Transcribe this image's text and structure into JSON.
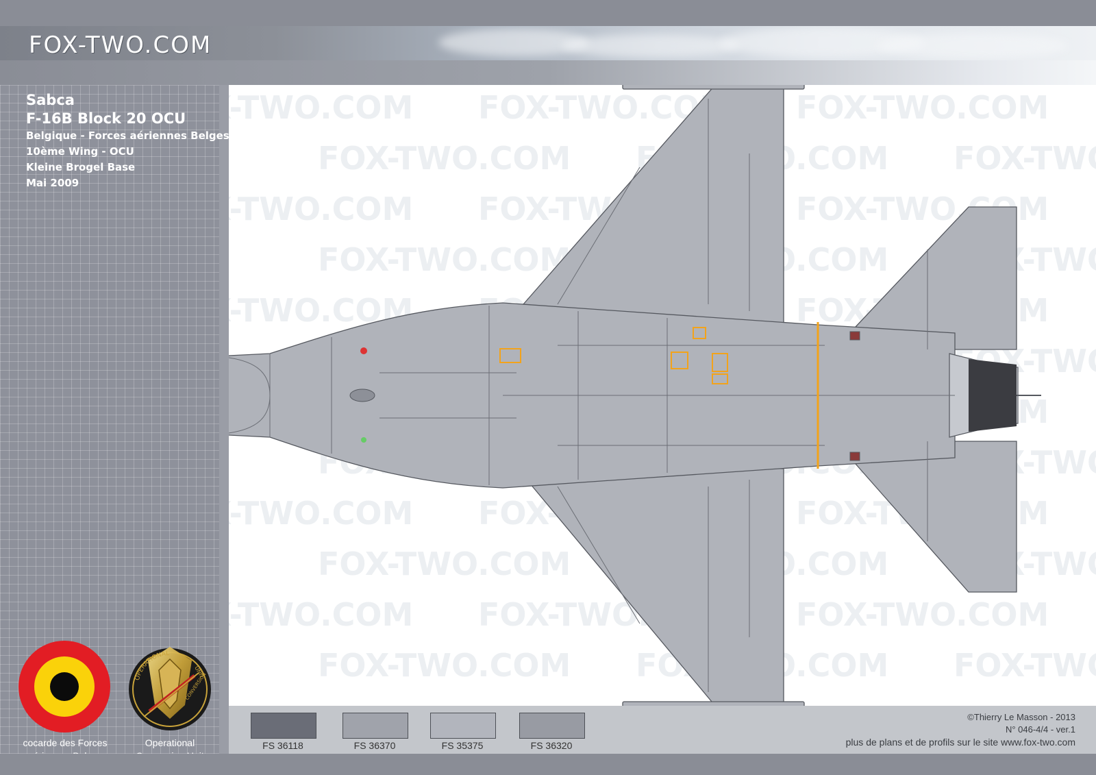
{
  "header": {
    "logo": "FOX-TWO.COM"
  },
  "info": {
    "manufacturer": "Sabca",
    "model": "F-16B Block 20 OCU",
    "country": "Belgique  - Forces aériennes Belges",
    "unit": "10ème Wing - OCU",
    "base": "Kleine Brogel Base",
    "date": "Mai 2009"
  },
  "watermark": "FOX-TWO.COM",
  "badges": {
    "roundel_caption": "cocarde des Forces aériennes Belges",
    "roundel_line1": "cocarde des Forces",
    "roundel_line2": "aériennes Belges",
    "unit_caption_line1": "Operational",
    "unit_caption_line2": "Conversion Unit",
    "emblem_text_top": "OPERATIONAL",
    "emblem_text_right": "UNIT",
    "emblem_text_bottom": "CONVERSION",
    "colors": {
      "red": "#e21d24",
      "yellow": "#fad20a",
      "black": "#0b0b0b",
      "gold": "#c9a33a"
    }
  },
  "swatches": [
    {
      "label": "FS 36118",
      "color": "#6a6d77"
    },
    {
      "label": "FS 36370",
      "color": "#a0a3ab"
    },
    {
      "label": "FS 35375",
      "color": "#b2b5bd"
    },
    {
      "label": "FS 36320",
      "color": "#989ba3"
    }
  ],
  "credits": {
    "author": "©Thierry Le Masson - 2013",
    "ref": "N° 046-4/4   -   ver.1",
    "site": "plus de plans et de profils sur le site www.fox-two.com"
  },
  "aircraft": {
    "body_color": "#b0b3ba",
    "line_color": "#55585f",
    "accent_orange": "#f2a31b",
    "nozzle_color": "#3b3c41"
  }
}
